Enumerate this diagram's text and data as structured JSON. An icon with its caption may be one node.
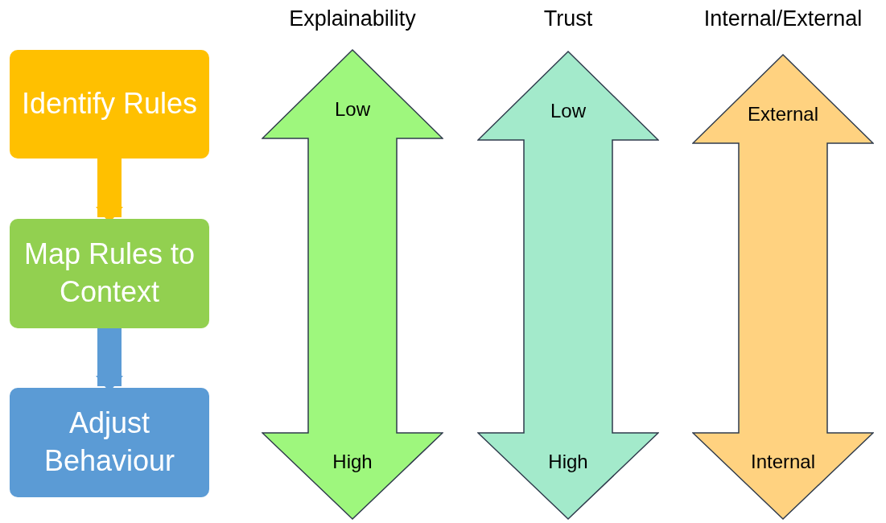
{
  "diagram": {
    "nodes": [
      {
        "text": [
          "Identify Rules"
        ]
      },
      {
        "text": [
          "Map Rules to Context"
        ]
      },
      {
        "text": [
          "Adjust Behaviour"
        ]
      },
      {
        "text": [
          "Explainability",
          "Low",
          "High"
        ]
      },
      {
        "text": [
          "Trust",
          "Low",
          "High"
        ]
      },
      {
        "text": [
          "Internal/External",
          "External",
          "Internal"
        ]
      }
    ],
    "edges": [
      {
        "from": 0,
        "to": 1,
        "arrow": "to",
        "color": "#ffc000"
      },
      {
        "from": 1,
        "to": 2,
        "arrow": "to",
        "color": "#5b9bd5"
      }
    ]
  }
}
